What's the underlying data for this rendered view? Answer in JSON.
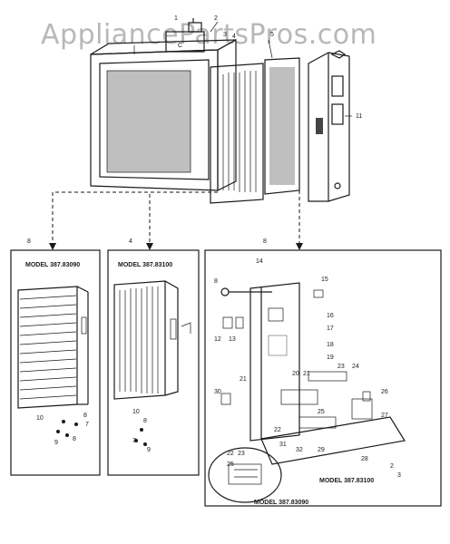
{
  "watermark": "AppliancePartsPros.com",
  "panels": [
    {
      "ref": "8",
      "model_label": "MODEL 387.83090"
    },
    {
      "ref": "4",
      "model_label": "MODEL 387.83100"
    },
    {
      "ref": "8",
      "model_label": ""
    }
  ],
  "detail_labels": {
    "bottom_right_model": "MODEL 387.83100",
    "inset_model": "MODEL 387.83090"
  },
  "callouts": {
    "top": [
      "1",
      "2",
      "C",
      "3",
      "4",
      "5",
      "11"
    ],
    "panel1": [
      "10",
      "9",
      "8",
      "7",
      "8"
    ],
    "panel2": [
      "10",
      "9",
      "8",
      "7"
    ],
    "panel3": [
      "14",
      "8",
      "15",
      "16",
      "17",
      "18",
      "19",
      "12",
      "13",
      "21",
      "20",
      "21",
      "23",
      "24",
      "30",
      "26",
      "27",
      "25",
      "22",
      "28",
      "29",
      "32",
      "31",
      "2",
      "3",
      "22",
      "23",
      "25"
    ]
  }
}
